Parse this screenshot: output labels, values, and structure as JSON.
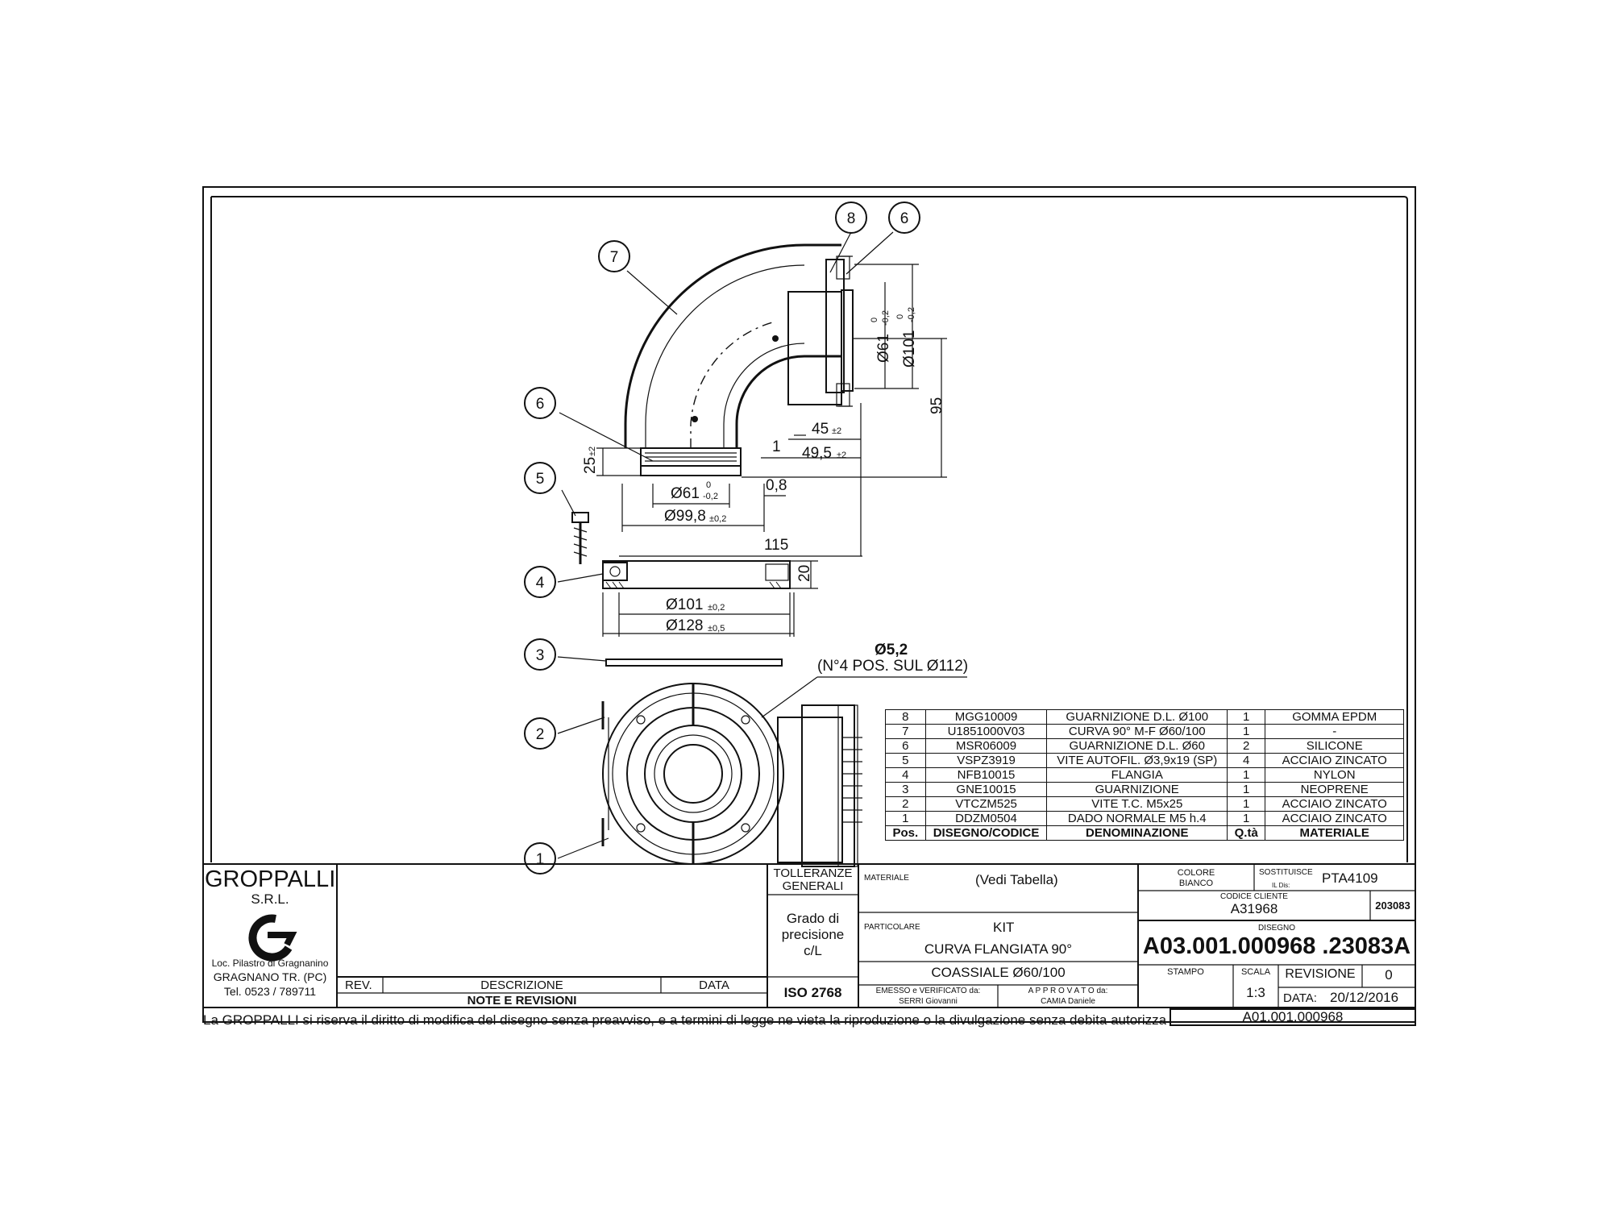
{
  "company": {
    "name": "GROPPALLI",
    "suffix": "S.R.L.",
    "address_line1": "Loc. Pilastro di Gragnanino",
    "address_line2": "GRAGNANO TR. (PC)",
    "phone": "Tel. 0523 / 789711"
  },
  "balloons": [
    "8",
    "6",
    "7",
    "6",
    "5",
    "4",
    "3",
    "2",
    "1"
  ],
  "dimensions": {
    "d61_top": "Ø61",
    "d61_top_tol_up": "0",
    "d61_top_tol_dn": "-0,2",
    "d101_top": "Ø101",
    "d101_top_tol_up": "0",
    "d101_top_tol_dn": "-0,2",
    "h95": "95",
    "l45": "45",
    "l45_tol": "±2",
    "l1": "1",
    "l49_5": "49,5",
    "l49_5_tol": "±2",
    "h25": "25",
    "h25_tol": "±2",
    "d61_bot": "Ø61",
    "d61_bot_tol_up": "0",
    "d61_bot_tol_dn": "-0,2",
    "l0_8": "0,8",
    "d99_8": "Ø99,8",
    "d99_8_tol": "±0,2",
    "l115": "115",
    "h20": "20",
    "d101_flange": "Ø101",
    "d101_flange_tol": "±0,2",
    "d128": "Ø128",
    "d128_tol": "±0,5",
    "hole_d": "Ø5,2",
    "hole_note": "(N°4 POS. SUL Ø112)"
  },
  "bom": {
    "headers": [
      "Pos.",
      "DISEGNO/CODICE",
      "DENOMINAZIONE",
      "Q.tà",
      "MATERIALE"
    ],
    "rows": [
      [
        "8",
        "MGG10009",
        "GUARNIZIONE D.L. Ø100",
        "1",
        "GOMMA EPDM"
      ],
      [
        "7",
        "U1851000V03",
        "CURVA 90° M-F Ø60/100",
        "1",
        "-"
      ],
      [
        "6",
        "MSR06009",
        "GUARNIZIONE D.L. Ø60",
        "2",
        "SILICONE"
      ],
      [
        "5",
        "VSPZ3919",
        "VITE AUTOFIL. Ø3,9x19 (SP)",
        "4",
        "ACCIAIO ZINCATO"
      ],
      [
        "4",
        "NFB10015",
        "FLANGIA",
        "1",
        "NYLON"
      ],
      [
        "3",
        "GNE10015",
        "GUARNIZIONE",
        "1",
        "NEOPRENE"
      ],
      [
        "2",
        "VTCZM525",
        "VITE T.C. M5x25",
        "1",
        "ACCIAIO ZINCATO"
      ],
      [
        "1",
        "DDZM0504",
        "DADO NORMALE M5 h.4",
        "1",
        "ACCIAIO ZINCATO"
      ]
    ]
  },
  "revisions": {
    "col_rev": "REV.",
    "col_desc": "DESCRIZIONE",
    "col_date": "DATA",
    "title": "NOTE E REVISIONI"
  },
  "tolerances": {
    "title_line1": "TOLLERANZE",
    "title_line2": "GENERALI",
    "grade_line1": "Grado di",
    "grade_line2": "precisione",
    "grade_line3": "c/L",
    "standard": "ISO 2768"
  },
  "title_block": {
    "materiale_label": "MATERIALE",
    "materiale_value": "(Vedi Tabella)",
    "particolare_label": "PARTICOLARE",
    "particolare_value": "KIT",
    "desc_line1": "CURVA FLANGIATA 90°",
    "desc_line2": "COASSIALE Ø60/100",
    "emesso_label": "EMESSO e VERIFICATO da:",
    "emesso_value": "SERRI Giovanni",
    "approvato_label": "A P P R O V A T O da:",
    "approvato_value": "CAMIA Daniele",
    "colore_label": "COLORE",
    "colore_value": "BIANCO",
    "sostituisce_label": "SOSTITUISCE",
    "sostituisce_sub": "IL Dis:",
    "sostituisce_value": "PTA4109",
    "codice_cliente_label": "CODICE CLIENTE",
    "codice_cliente_value": "A31968",
    "code_side": "203083",
    "disegno_label": "DISEGNO",
    "disegno_value": "A03.001.000968 .23083A",
    "stampo_label": "STAMPO",
    "scala_label": "SCALA",
    "scala_value": "1:3",
    "revisione_label": "REVISIONE",
    "revisione_value": "0",
    "data_label": "DATA:",
    "data_value": "20/12/2016",
    "bottom_code": "A01.001.000968"
  },
  "footer_note": "La GROPPALLI si riserva il diritto di modifica del disegno senza preavviso, e a termini di legge ne vieta la riproduzione o la divulgazione senza debita autorizzazione"
}
